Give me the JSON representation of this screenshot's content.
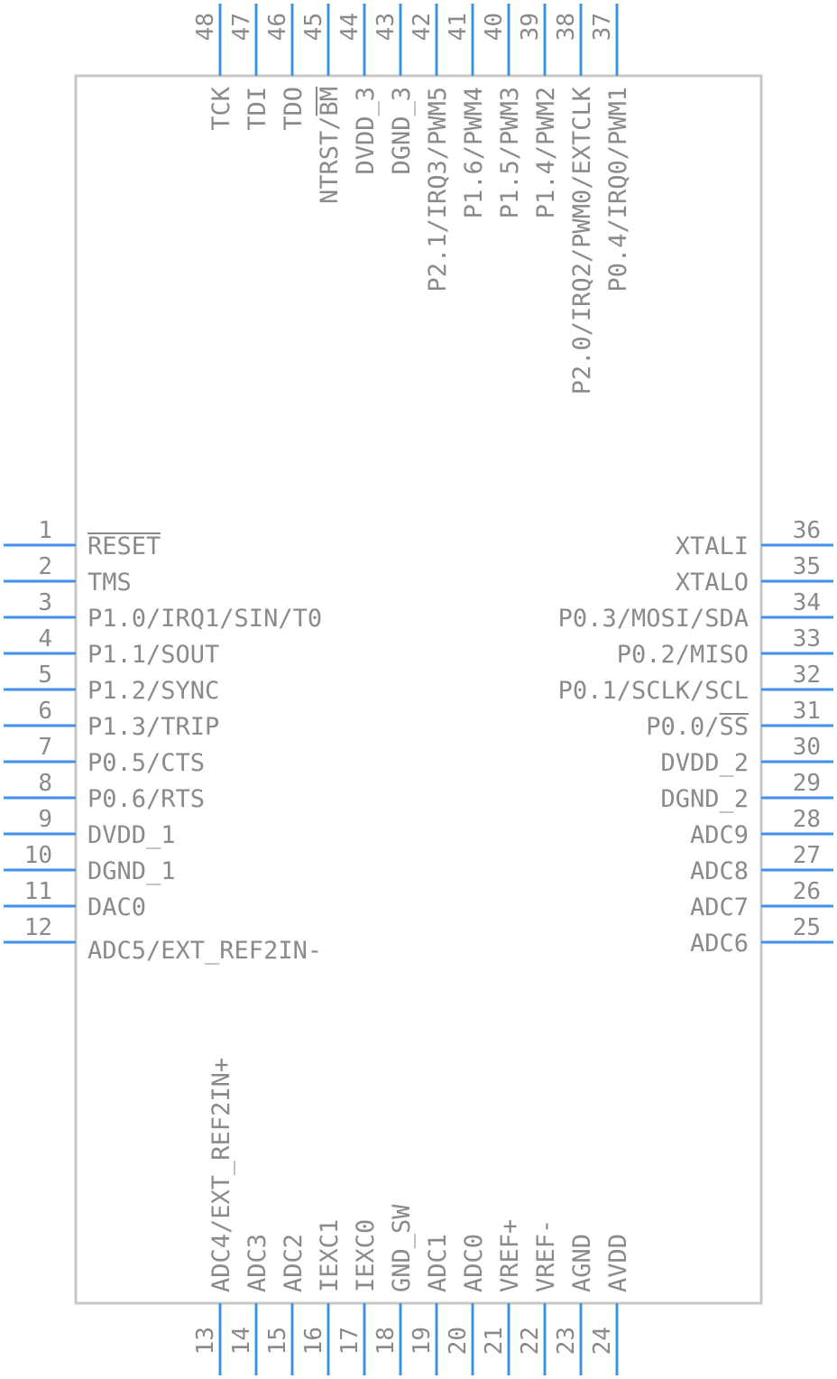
{
  "pins": {
    "left": [
      {
        "num": "1",
        "label": "RESET",
        "overbar": true
      },
      {
        "num": "2",
        "label": "TMS"
      },
      {
        "num": "3",
        "label": "P1.0/IRQ1/SIN/T0"
      },
      {
        "num": "4",
        "label": "P1.1/SOUT"
      },
      {
        "num": "5",
        "label": "P1.2/SYNC"
      },
      {
        "num": "6",
        "label": "P1.3/TRIP"
      },
      {
        "num": "7",
        "label": "P0.5/CTS"
      },
      {
        "num": "8",
        "label": "P0.6/RTS"
      },
      {
        "num": "9",
        "label": "DVDD_1"
      },
      {
        "num": "10",
        "label": "DGND_1"
      },
      {
        "num": "11",
        "label": "DAC0"
      },
      {
        "num": "12",
        "label": "ADC5/EXT_REF2IN-"
      }
    ],
    "bottom": [
      {
        "num": "13",
        "label": "ADC4/EXT_REF2IN+"
      },
      {
        "num": "14",
        "label": "ADC3"
      },
      {
        "num": "15",
        "label": "ADC2"
      },
      {
        "num": "16",
        "label": "IEXC1"
      },
      {
        "num": "17",
        "label": "IEXC0"
      },
      {
        "num": "18",
        "label": "GND_SW"
      },
      {
        "num": "19",
        "label": "ADC1"
      },
      {
        "num": "20",
        "label": "ADC0"
      },
      {
        "num": "21",
        "label": "VREF+"
      },
      {
        "num": "22",
        "label": "VREF-"
      },
      {
        "num": "23",
        "label": "AGND"
      },
      {
        "num": "24",
        "label": "AVDD"
      }
    ],
    "right": [
      {
        "num": "25",
        "label": "ADC6"
      },
      {
        "num": "26",
        "label": "ADC7"
      },
      {
        "num": "27",
        "label": "ADC8"
      },
      {
        "num": "28",
        "label": "ADC9"
      },
      {
        "num": "29",
        "label": "DGND_2"
      },
      {
        "num": "30",
        "label": "DVDD_2"
      },
      {
        "num": "31",
        "label": "P0.0/SS",
        "overbar_part": "SS"
      },
      {
        "num": "32",
        "label": "P0.1/SCLK/SCL"
      },
      {
        "num": "33",
        "label": "P0.2/MISO"
      },
      {
        "num": "34",
        "label": "P0.3/MOSI/SDA"
      },
      {
        "num": "35",
        "label": "XTALO"
      },
      {
        "num": "36",
        "label": "XTALI"
      }
    ],
    "top": [
      {
        "num": "37",
        "label": "P0.4/IRQ0/PWM1"
      },
      {
        "num": "38",
        "label": "P2.0/IRQ2/PWM0/EXTCLK"
      },
      {
        "num": "39",
        "label": "P1.4/PWM2"
      },
      {
        "num": "40",
        "label": "P1.5/PWM3"
      },
      {
        "num": "41",
        "label": "P1.6/PWM4"
      },
      {
        "num": "42",
        "label": "P2.1/IRQ3/PWM5"
      },
      {
        "num": "43",
        "label": "DGND_3"
      },
      {
        "num": "44",
        "label": "DVDD_3"
      },
      {
        "num": "45",
        "label": "NTRST/BM",
        "overbar_part": "BM"
      },
      {
        "num": "46",
        "label": "TDO"
      },
      {
        "num": "47",
        "label": "TDI"
      },
      {
        "num": "48",
        "label": "TCK"
      }
    ]
  },
  "colors": {
    "pin_line": "#3f8fe6",
    "text": "#8a8a8a",
    "body_outline": "#c8c8c8"
  }
}
